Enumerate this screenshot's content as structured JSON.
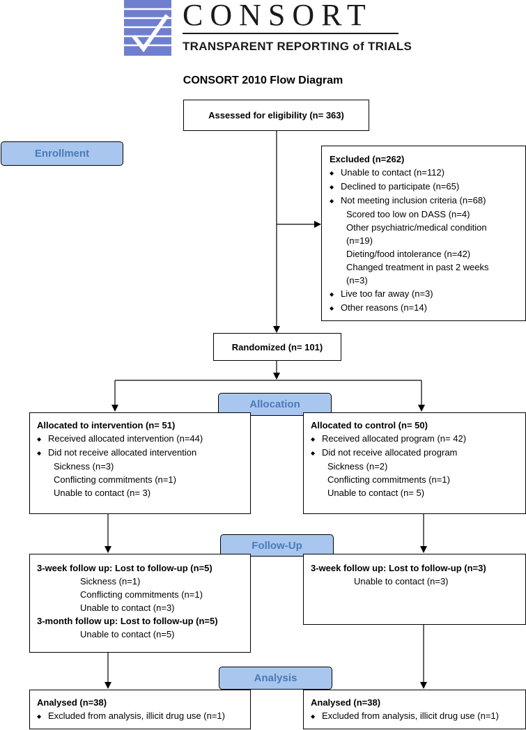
{
  "logo": {
    "title": "CONSORT",
    "subtitle": "TRANSPARENT REPORTING of TRIALS"
  },
  "diagram_title": "CONSORT 2010 Flow Diagram",
  "stages": {
    "enrollment": "Enrollment",
    "allocation": "Allocation",
    "follow_up": "Follow-Up",
    "analysis": "Analysis"
  },
  "assessed": "Assessed for eligibility (n= 363)",
  "excluded": {
    "title": "Excluded  (n=262)",
    "items": [
      "Unable to contact (n=112)",
      "Declined to participate (n=65)",
      "Not meeting inclusion criteria (n=68)"
    ],
    "sub_items": [
      "Scored too low on DASS (n=4)",
      "Other psychiatric/medical condition",
      "(n=19)",
      "Dieting/food intolerance (n=42)",
      "Changed treatment in past 2 weeks",
      "(n=3)"
    ],
    "items_after": [
      "Live too far away (n=3)",
      "Other reasons (n=14)"
    ]
  },
  "randomized": "Randomized (n= 101)",
  "alloc_intervention": {
    "title": "Allocated to intervention (n= 51)",
    "received": "Received allocated intervention (n=44)",
    "not_received": "Did not receive allocated intervention",
    "reasons": [
      "Sickness (n=3)",
      "Conflicting commitments (n=1)",
      "Unable to contact (n= 3)"
    ]
  },
  "alloc_control": {
    "title": "Allocated to control (n= 50)",
    "received": "Received allocated program (n= 42)",
    "not_received": "Did not receive allocated program",
    "reasons": [
      "Sickness (n=2)",
      "Conflicting commitments (n=1)",
      "Unable to contact (n= 5)"
    ]
  },
  "followup_intervention": {
    "three_week": "3-week follow up: Lost to follow-up (n=5)",
    "three_week_reasons": [
      "Sickness (n=1)",
      "Conflicting commitments (n=1)",
      "Unable to contact (n=3)"
    ],
    "three_month": "3-month follow up: Lost to follow-up (n=5)",
    "three_month_reasons": [
      "Unable to contact (n=5)"
    ]
  },
  "followup_control": {
    "three_week": "3-week follow up: Lost to follow-up (n=3)",
    "three_week_reasons": [
      "Unable to contact (n=3)"
    ]
  },
  "analysis_intervention": {
    "title": "Analysed (n=38)",
    "excluded": "Excluded from analysis, illicit drug use (n=1)"
  },
  "analysis_control": {
    "title": "Analysed (n=38)",
    "excluded": "Excluded from analysis, illicit drug use (n=1)"
  },
  "colors": {
    "stage_fill": "#a9c6ee",
    "stage_text": "#4a7ab8",
    "logo_blue": "#6f7fd0"
  }
}
